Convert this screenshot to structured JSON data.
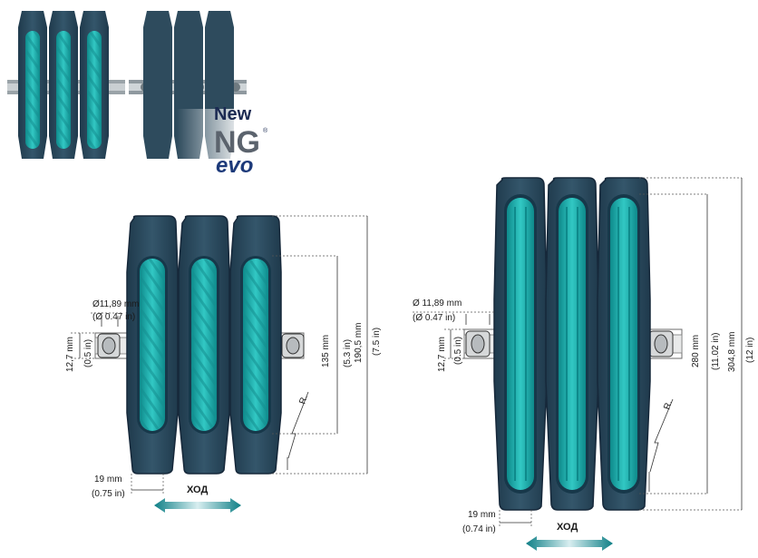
{
  "logo": {
    "new": "New",
    "ng": "NG",
    "registered": "®",
    "evo": "evo"
  },
  "left_drawing": {
    "pin_diameter_mm": "Ø11,89 mm",
    "pin_diameter_in": "(Ø 0.47 in)",
    "pitch_mm": "12,7 mm",
    "pitch_in": "(0.5 in)",
    "inner_height_mm": "135 mm",
    "inner_height_in": "(5.3 in)",
    "outer_height_mm": "190,5 mm",
    "outer_height_in": "(7.5 in)",
    "radius_label": "R.",
    "width_mm": "19 mm",
    "width_in": "(0.75 in)",
    "travel_label": "ХОД"
  },
  "right_drawing": {
    "pin_diameter_mm": "Ø 11,89 mm",
    "pin_diameter_in": "(Ø 0.47 in)",
    "pitch_mm": "12,7 mm",
    "pitch_in": "(0.5 in)",
    "inner_height_mm": "280 mm",
    "inner_height_in": "(11.02 in)",
    "outer_height_mm": "304,8 mm",
    "outer_height_in": "(12 in)",
    "radius_label": "R.",
    "width_mm": "19 mm",
    "width_in": "(0.74 in)",
    "travel_label": "ХОД"
  },
  "colors": {
    "pad_dark": "#2c4a5e",
    "pad_edge": "#1a2f3e",
    "teal": "#1fb3b0",
    "teal_dark": "#0e8a8b",
    "dim_line": "#555555"
  }
}
